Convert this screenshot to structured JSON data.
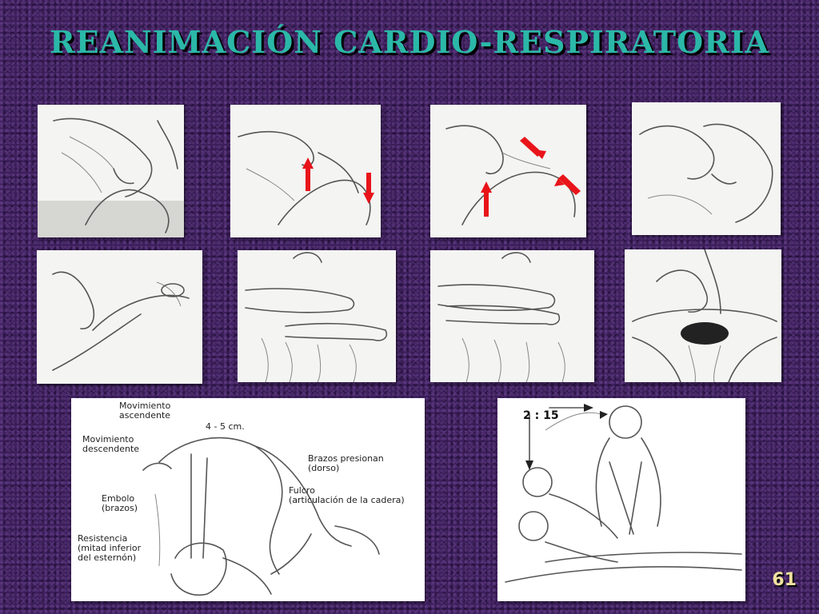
{
  "slide": {
    "title": "REANIMACIÓN   CARDIO-RESPIRATORIA",
    "page_number": "61",
    "colors": {
      "background": "#3d1f5c",
      "title": "#2bb8a8",
      "arrows": "#e8141a",
      "page_number": "#f0e0a0"
    }
  },
  "diagram": {
    "labels": {
      "movimiento_ascendente": "Movimiento\nascendente",
      "distance": "4 - 5 cm.",
      "movimiento_descendente": "Movimiento\ndescendente",
      "brazos_presionan": "Brazos presionan\n(dorso)",
      "fulcro": "Fulcro\n(articulación de la cadera)",
      "embolo": "Embolo\n(brazos)",
      "resistencia": "Resistencia\n(mitad inferior\ndel esternón)"
    },
    "rate": "2 : 15"
  }
}
